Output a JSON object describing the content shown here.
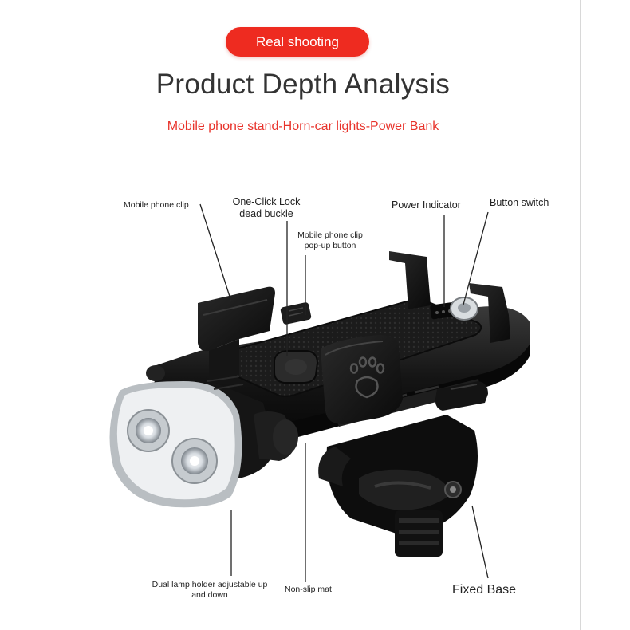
{
  "badge": {
    "text": "Real shooting",
    "color": "#ee2b20"
  },
  "title": "Product Depth Analysis",
  "subtitle": {
    "text": "Mobile phone stand-Horn-car lights-Power Bank",
    "color": "#e8332b"
  },
  "callouts": {
    "phone_clip": "Mobile phone clip",
    "lock_line1": "One-Click Lock",
    "lock_line2": "dead buckle",
    "popup_line1": "Mobile phone clip",
    "popup_line2": "pop-up button",
    "power_indicator": "Power Indicator",
    "button_switch": "Button switch",
    "lamp_line1": "Dual lamp holder adjustable up",
    "lamp_line2": "and down",
    "non_slip_mat": "Non-slip mat",
    "fixed_base": "Fixed Base"
  },
  "product_icons": [
    "paw-print-icon",
    "headlight-lens-icon"
  ]
}
